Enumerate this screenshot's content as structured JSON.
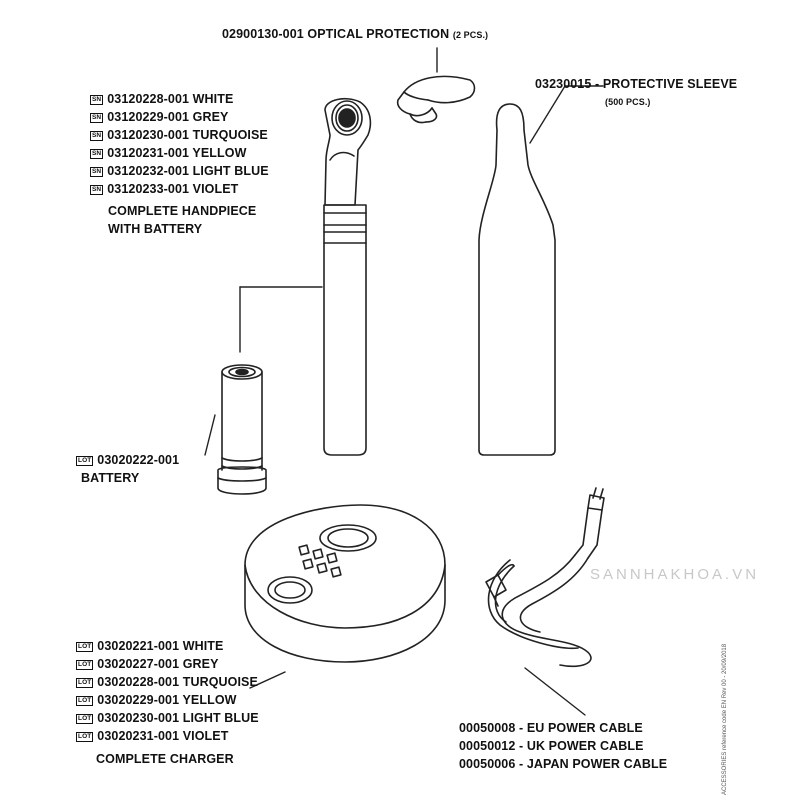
{
  "optical_protection": {
    "code": "02900130-001 OPTICAL PROTECTION",
    "qty": "(2 PCS.)"
  },
  "protective_sleeve": {
    "code": "03230015 - PROTECTIVE SLEEVE",
    "qty": "(500 PCS.)"
  },
  "handpiece": {
    "tag": "SN",
    "items": [
      "03120228-001 WHITE",
      "03120229-001 GREY",
      "03120230-001 TURQUOISE",
      "03120231-001 YELLOW",
      "03120232-001 LIGHT BLUE",
      "03120233-001 VIOLET"
    ],
    "title_line1": "COMPLETE HANDPIECE",
    "title_line2": "WITH BATTERY"
  },
  "battery": {
    "tag": "LOT",
    "code": "03020222-001",
    "title": "BATTERY"
  },
  "charger": {
    "tag": "LOT",
    "items": [
      "03020221-001 WHITE",
      "03020227-001 GREY",
      "03020228-001 TURQUOISE",
      "03020229-001 YELLOW",
      "03020230-001 LIGHT BLUE",
      "03020231-001 VIOLET"
    ],
    "title": "COMPLETE CHARGER"
  },
  "power_cables": [
    "00050008 - EU POWER CABLE",
    "00050012 - UK POWER CABLE",
    "00050006 - JAPAN POWER CABLE"
  ],
  "watermark": "SANNHAKHOA.VN",
  "footnote": "ACCESSORIES  reference code EN   Rev 00 - 20/09/2018",
  "colors": {
    "line": "#222222",
    "fill": "#ffffff",
    "watermark": "#c8c8c8"
  }
}
